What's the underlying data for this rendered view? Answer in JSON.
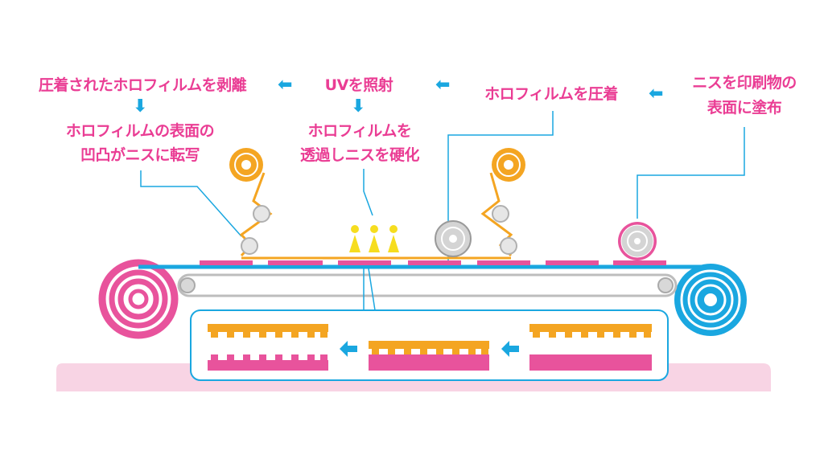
{
  "steps": {
    "peel": "圧着されたホロフィルムを剥離",
    "uv": "UVを照射",
    "press": "ホロフィルムを圧着",
    "coat_line1": "ニスを印刷物の",
    "coat_line2": "表面に塗布"
  },
  "results": {
    "transfer_line1": "ホロフィルムの表面の",
    "transfer_line2": "凹凸がニスに転写",
    "cure_line1": "ホロフィルムを",
    "cure_line2": "透過しニスを硬化"
  },
  "colors": {
    "pink": "#e8539c",
    "blue": "#1aa7e0",
    "orange": "#f4a522",
    "yellow": "#f6dd1f",
    "gray": "#bdbdbd",
    "floor": "#f8d4e4"
  },
  "icons": {
    "flow_arrow": "left-arrow-icon",
    "down_arrow": "down-arrow-icon"
  }
}
